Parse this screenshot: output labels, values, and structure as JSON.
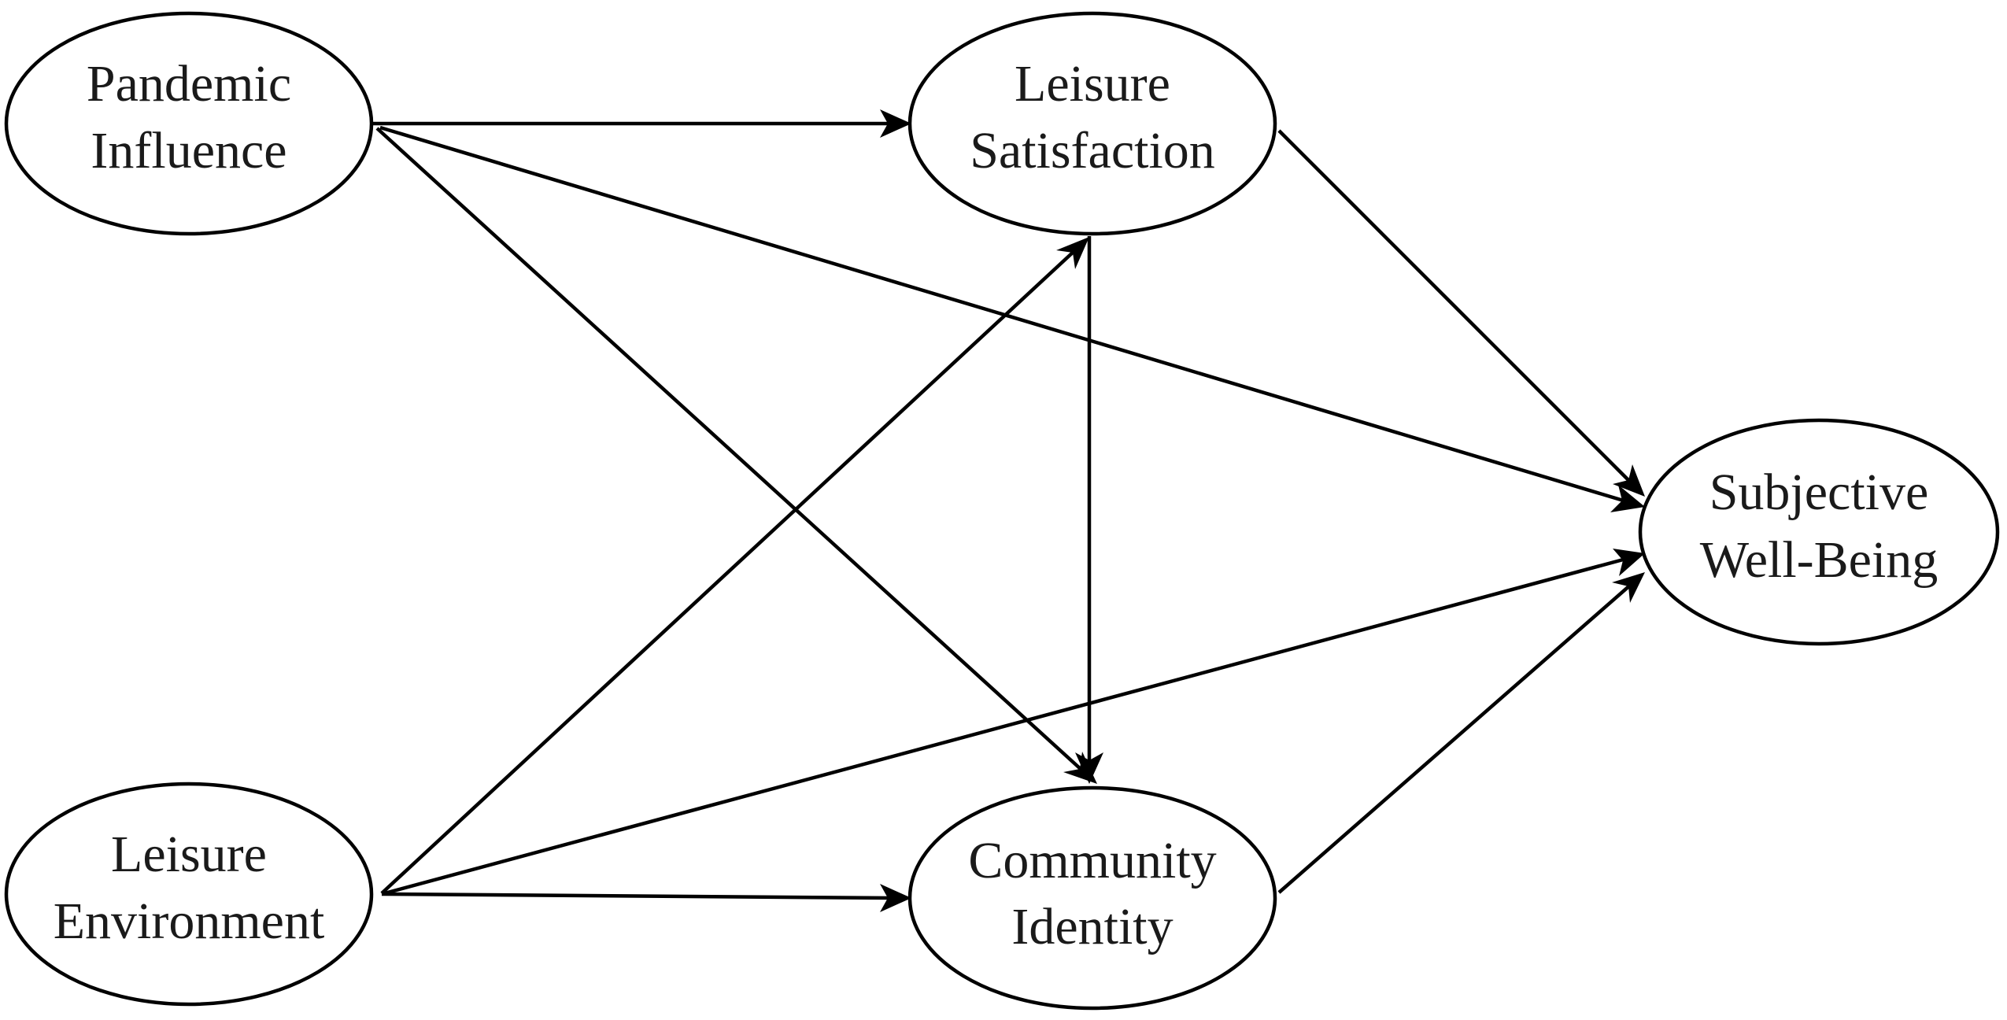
{
  "nodes": {
    "pandemic_influence": {
      "line1": "Pandemic",
      "line2": "Influence"
    },
    "leisure_satisfaction": {
      "line1": "Leisure",
      "line2": "Satisfaction"
    },
    "leisure_environment": {
      "line1": "Leisure",
      "line2": "Environment"
    },
    "community_identity": {
      "line1": "Community",
      "line2": "Identity"
    },
    "subjective_well_being": {
      "line1": "Subjective",
      "line2": "Well-Being"
    }
  },
  "edges": [
    {
      "from": "pandemic_influence",
      "to": "leisure_satisfaction"
    },
    {
      "from": "pandemic_influence",
      "to": "community_identity"
    },
    {
      "from": "pandemic_influence",
      "to": "subjective_well_being"
    },
    {
      "from": "leisure_environment",
      "to": "leisure_satisfaction"
    },
    {
      "from": "leisure_environment",
      "to": "community_identity"
    },
    {
      "from": "leisure_environment",
      "to": "subjective_well_being"
    },
    {
      "from": "leisure_satisfaction",
      "to": "community_identity"
    },
    {
      "from": "leisure_satisfaction",
      "to": "subjective_well_being"
    },
    {
      "from": "community_identity",
      "to": "subjective_well_being"
    }
  ],
  "colors": {
    "stroke": "#000000",
    "text": "#1a1a1a",
    "background": "#ffffff"
  }
}
